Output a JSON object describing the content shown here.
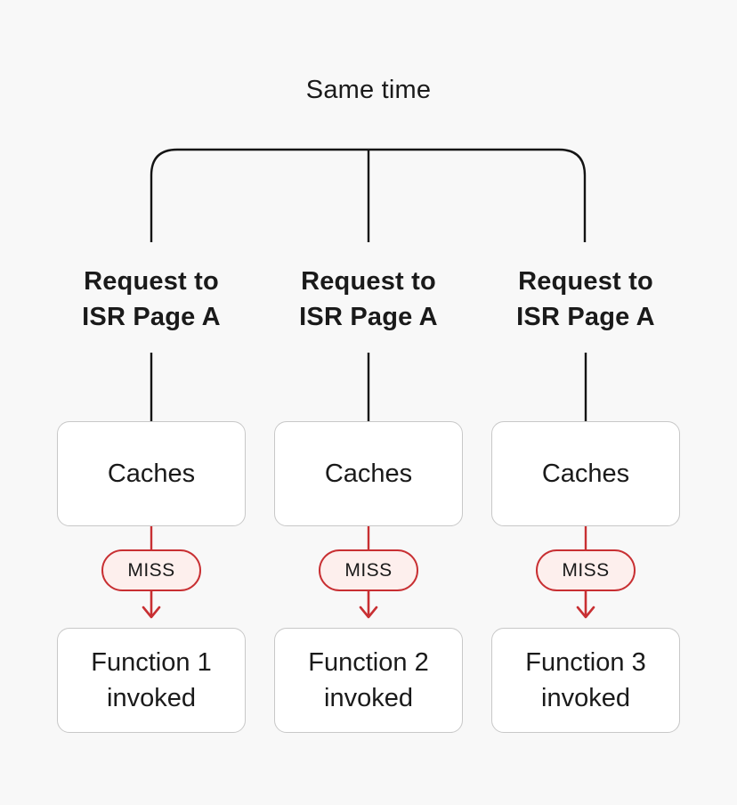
{
  "title": "Same time",
  "colors": {
    "background": "#f8f8f8",
    "text": "#1a1a1a",
    "line_black": "#141414",
    "box_fill": "#ffffff",
    "box_border": "#c8c8c8",
    "miss_red": "#c82f32",
    "miss_fill": "#fdefed"
  },
  "columns": [
    {
      "request_line1": "Request to",
      "request_line2": "ISR Page A",
      "cache_label": "Caches",
      "miss_label": "MISS",
      "function_line1": "Function 1",
      "function_line2": "invoked"
    },
    {
      "request_line1": "Request to",
      "request_line2": "ISR Page A",
      "cache_label": "Caches",
      "miss_label": "MISS",
      "function_line1": "Function 2",
      "function_line2": "invoked"
    },
    {
      "request_line1": "Request to",
      "request_line2": "ISR Page A",
      "cache_label": "Caches",
      "miss_label": "MISS",
      "function_line1": "Function 3",
      "function_line2": "invoked"
    }
  ]
}
